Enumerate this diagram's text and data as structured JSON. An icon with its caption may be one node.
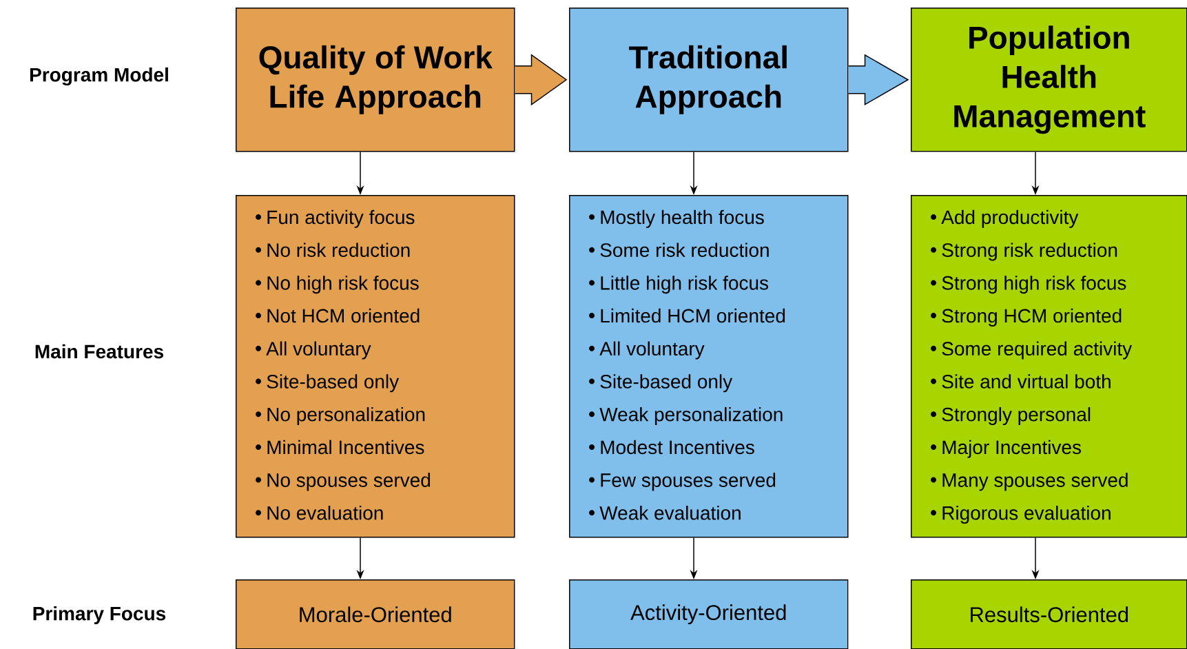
{
  "diagram": {
    "nodes": [
      {
        "text": [
          "Quality of Work Life Approach"
        ]
      },
      {
        "text": [
          "Traditional Approach"
        ]
      },
      {
        "text": [
          "Population Health Management"
        ]
      },
      {
        "text": [
          "Fun activity focus",
          "No risk reduction",
          "No high risk focus",
          "Not HCM oriented",
          "All voluntary",
          "Site-based only",
          "No personalization",
          "Minimal Incentives",
          "No spouses served",
          "No evaluation"
        ]
      },
      {
        "text": [
          "Mostly health focus",
          "Some risk reduction",
          "Little high risk focus",
          "Limited HCM oriented",
          "All voluntary",
          "Site-based only",
          "Weak personalization",
          "Modest Incentives",
          "Few spouses served",
          "Weak evaluation"
        ]
      },
      {
        "text": [
          "Add productivity",
          "Strong risk reduction",
          "Strong high risk focus",
          "Strong HCM oriented",
          "Some required activity",
          "Site and virtual both",
          "Strongly personal",
          "Major Incentives",
          "Many spouses served",
          "Rigorous evaluation"
        ]
      },
      {
        "text": [
          "Morale-Oriented"
        ]
      },
      {
        "text": [
          "Activity-Oriented"
        ]
      },
      {
        "text": [
          "Results-Oriented"
        ]
      }
    ],
    "edges": [
      {
        "from": 0,
        "to": 1,
        "arrow": "to"
      },
      {
        "from": 1,
        "to": 2,
        "arrow": "to"
      },
      {
        "from": 0,
        "to": 3,
        "arrow": "to"
      },
      {
        "from": 1,
        "to": 4,
        "arrow": "to"
      },
      {
        "from": 2,
        "to": 5,
        "arrow": "to"
      },
      {
        "from": 3,
        "to": 6,
        "arrow": "to"
      },
      {
        "from": 4,
        "to": 7,
        "arrow": "to"
      },
      {
        "from": 5,
        "to": 8,
        "arrow": "to"
      }
    ],
    "labels": [
      "Program Model",
      "Main Features",
      "Primary Focus"
    ]
  }
}
